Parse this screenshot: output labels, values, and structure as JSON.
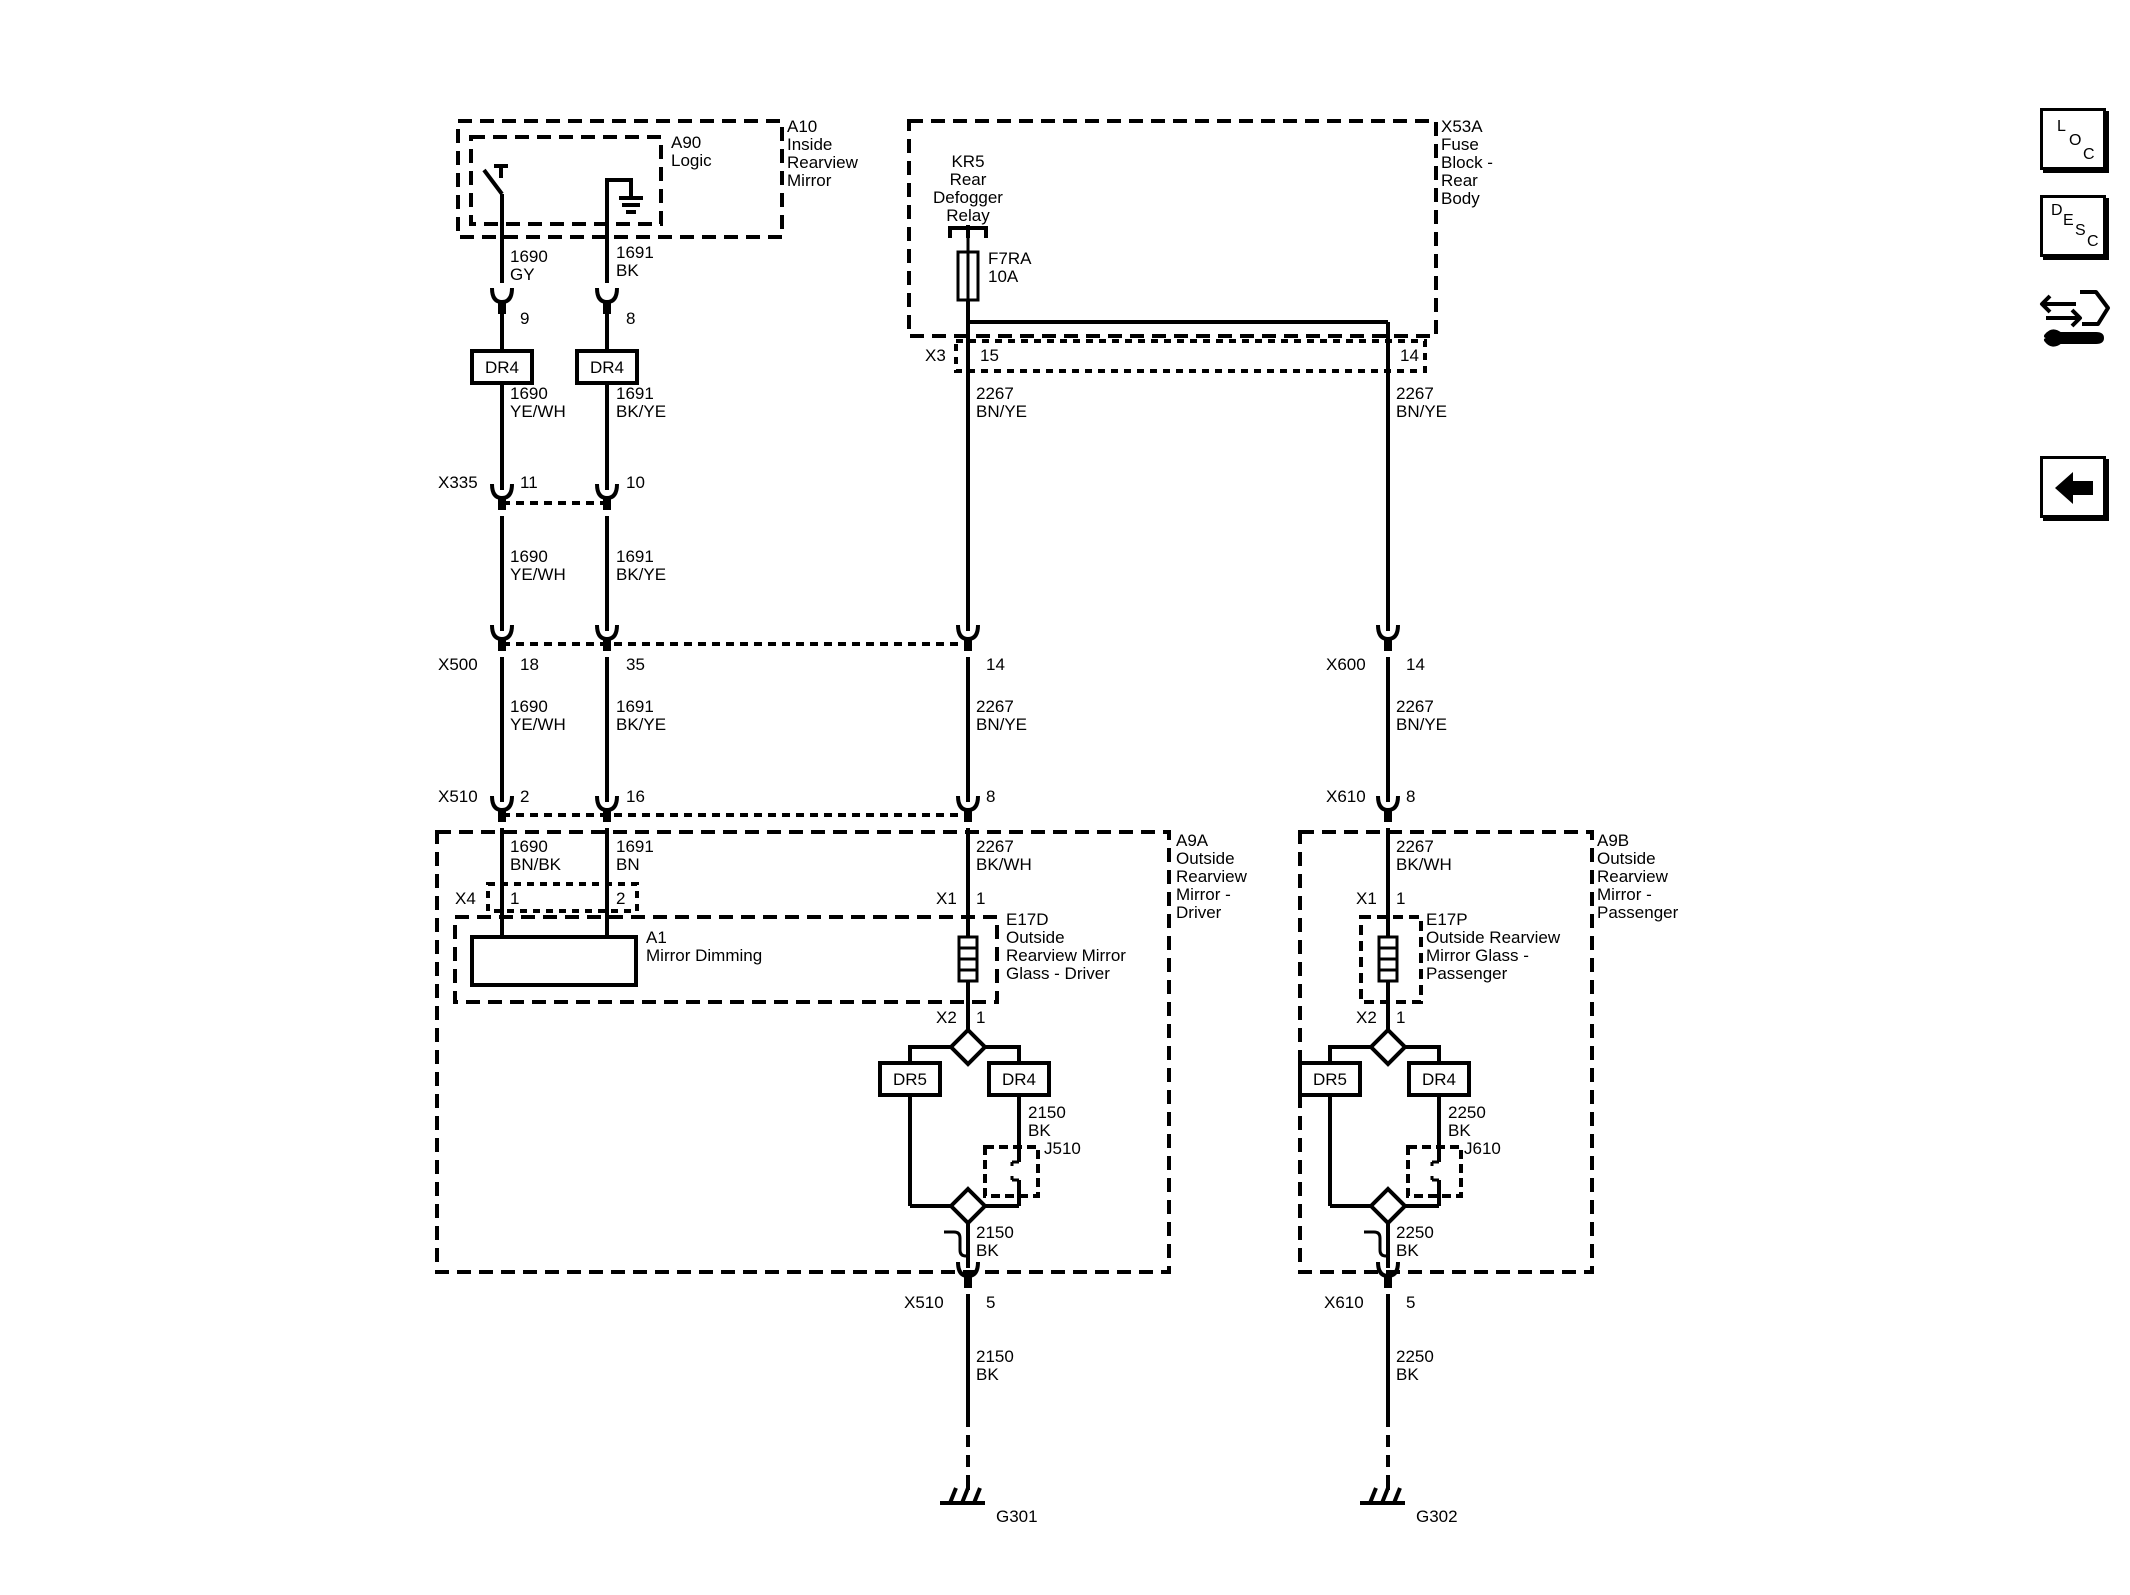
{
  "components": {
    "a10": [
      "A10",
      "Inside",
      "Rearview",
      "Mirror"
    ],
    "a90": [
      "A90",
      "Logic"
    ],
    "x53a": [
      "X53A",
      "Fuse",
      "Block -",
      "Rear",
      "Body"
    ],
    "kr5": [
      "KR5",
      "Rear",
      "Defogger",
      "Relay"
    ],
    "f7ra": [
      "F7RA",
      "10A"
    ],
    "a9a": [
      "A9A",
      "Outside",
      "Rearview",
      "Mirror -",
      "Driver"
    ],
    "a9b": [
      "A9B",
      "Outside",
      "Rearview",
      "Mirror -",
      "Passenger"
    ],
    "a1": [
      "A1",
      "Mirror Dimming"
    ],
    "e17d": [
      "E17D",
      "Outside",
      "Rearview Mirror",
      "Glass - Driver"
    ],
    "e17p": [
      "E17P",
      "Outside Rearview",
      "Mirror Glass -",
      "Passenger"
    ],
    "j510": "J510",
    "j610": "J610",
    "g301": "G301",
    "g302": "G302",
    "dr4": "DR4",
    "dr5": "DR5"
  },
  "wires": {
    "w1690_gy": [
      "1690",
      "GY"
    ],
    "w1691_bk": [
      "1691",
      "BK"
    ],
    "w1690_yewh": [
      "1690",
      "YE/WH"
    ],
    "w1691_bkye": [
      "1691",
      "BK/YE"
    ],
    "w1690_bnbk": [
      "1690",
      "BN/BK"
    ],
    "w1691_bn": [
      "1691",
      "BN"
    ],
    "w2267_bnye": [
      "2267",
      "BN/YE"
    ],
    "w2267_bkwh": [
      "2267",
      "BK/WH"
    ],
    "w2150_bk": [
      "2150",
      "BK"
    ],
    "w2250_bk": [
      "2250",
      "BK"
    ]
  },
  "connectors": {
    "x3": "X3",
    "x335": "X335",
    "x500": "X500",
    "x510": "X510",
    "x600": "X600",
    "x610": "X610",
    "x4": "X4",
    "x1": "X1",
    "x2": "X2"
  },
  "pins": {
    "p1": "1",
    "p2": "2",
    "p5": "5",
    "p8": "8",
    "p9": "9",
    "p10": "10",
    "p11": "11",
    "p14": "14",
    "p15": "15",
    "p16": "16",
    "p18": "18",
    "p35": "35"
  },
  "sidebar": {
    "loc": [
      "L",
      "O",
      "C"
    ],
    "desc": [
      "D",
      "E",
      "S",
      "C"
    ],
    "loc_icon": "loc-icon",
    "desc_icon": "desc-icon",
    "tools_icon": "connector-wrench-icon",
    "back_icon": "back-arrow-icon"
  }
}
